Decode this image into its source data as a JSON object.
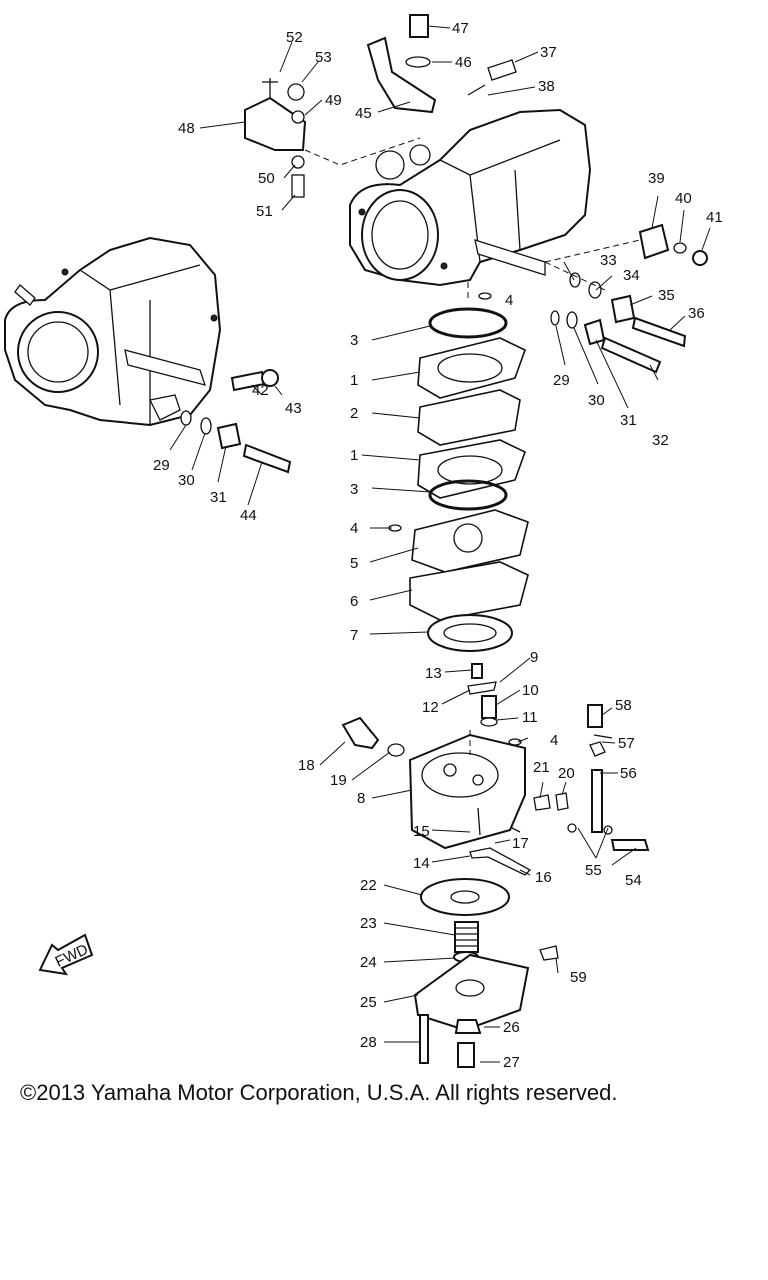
{
  "copyright": "©2013 Yamaha Motor Corporation, U.S.A. All rights reserved.",
  "fwd_label": "FWD",
  "callouts": {
    "p1a": "1",
    "p1b": "1",
    "p2": "2",
    "p3a": "3",
    "p3b": "3",
    "p4a": "4",
    "p4b": "4",
    "p4c": "4",
    "p5": "5",
    "p6": "6",
    "p7": "7",
    "p8": "8",
    "p9": "9",
    "p10": "10",
    "p11": "11",
    "p12": "12",
    "p13": "13",
    "p14": "14",
    "p15": "15",
    "p16": "16",
    "p17": "17",
    "p18": "18",
    "p19": "19",
    "p20": "20",
    "p21": "21",
    "p22": "22",
    "p23": "23",
    "p24": "24",
    "p25": "25",
    "p26": "26",
    "p27": "27",
    "p28": "28",
    "p29a": "29",
    "p29b": "29",
    "p30a": "30",
    "p30b": "30",
    "p31a": "31",
    "p31b": "31",
    "p32": "32",
    "p33": "33",
    "p34": "34",
    "p35": "35",
    "p36": "36",
    "p37": "37",
    "p38": "38",
    "p39": "39",
    "p40": "40",
    "p41": "41",
    "p42": "42",
    "p43": "43",
    "p44": "44",
    "p45": "45",
    "p46": "46",
    "p47": "47",
    "p48": "48",
    "p49": "49",
    "p50": "50",
    "p51": "51",
    "p52": "52",
    "p53": "53",
    "p54": "54",
    "p55": "55",
    "p56": "56",
    "p57": "57",
    "p58": "58",
    "p59": "59"
  }
}
